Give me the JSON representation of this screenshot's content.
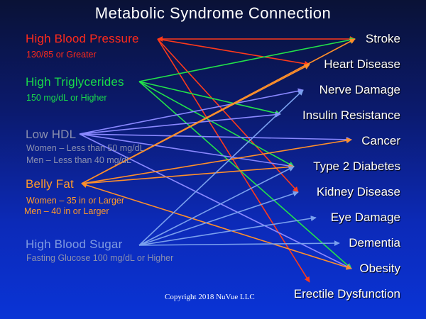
{
  "title": "Metabolic Syndrome Connection",
  "risk_factors": [
    {
      "name": "High Blood Pressure",
      "color": "#ff2a1a",
      "details": [
        "130/85 or Greater"
      ]
    },
    {
      "name": "High Triglycerides",
      "color": "#19d94a",
      "details": [
        "150 mg/dL or Higher"
      ]
    },
    {
      "name": "Low HDL",
      "color": "#8a8fae",
      "details": [
        "Women – Less than 50 mg/dL",
        "Men – Less than 40 mg/dL"
      ]
    },
    {
      "name": "Belly Fat",
      "color": "#ff9a2a",
      "details": [
        "Women – 35 in or Larger",
        "Men – 40 in or Larger"
      ]
    },
    {
      "name": "High Blood Sugar",
      "color": "#7f9ae0",
      "details": [
        "Fasting Glucose 100 mg/dL or Higher"
      ]
    }
  ],
  "outcomes": [
    "Stroke",
    "Heart Disease",
    "Nerve Damage",
    "Insulin Resistance",
    "Cancer",
    "Type 2 Diabetes",
    "Kidney Disease",
    "Eye Damage",
    "Dementia",
    "Obesity",
    "Erectile Dysfunction"
  ],
  "links": [
    {
      "from": 0,
      "to": 0,
      "double": true
    },
    {
      "from": 0,
      "to": 1
    },
    {
      "from": 0,
      "to": 6
    },
    {
      "from": 0,
      "to": 10
    },
    {
      "from": 1,
      "to": 0
    },
    {
      "from": 1,
      "to": 3
    },
    {
      "from": 1,
      "to": 5
    },
    {
      "from": 1,
      "to": 9
    },
    {
      "from": 2,
      "to": 2
    },
    {
      "from": 2,
      "to": 3
    },
    {
      "from": 2,
      "to": 4
    },
    {
      "from": 2,
      "to": 5
    },
    {
      "from": 2,
      "to": 9
    },
    {
      "from": 3,
      "to": 0
    },
    {
      "from": 3,
      "to": 1
    },
    {
      "from": 3,
      "to": 4
    },
    {
      "from": 3,
      "to": 5
    },
    {
      "from": 3,
      "to": 9,
      "double": true
    },
    {
      "from": 4,
      "to": 2
    },
    {
      "from": 4,
      "to": 5
    },
    {
      "from": 4,
      "to": 6
    },
    {
      "from": 4,
      "to": 7
    },
    {
      "from": 4,
      "to": 8
    }
  ],
  "copyright": "Copyright 2018 NuVue LLC"
}
